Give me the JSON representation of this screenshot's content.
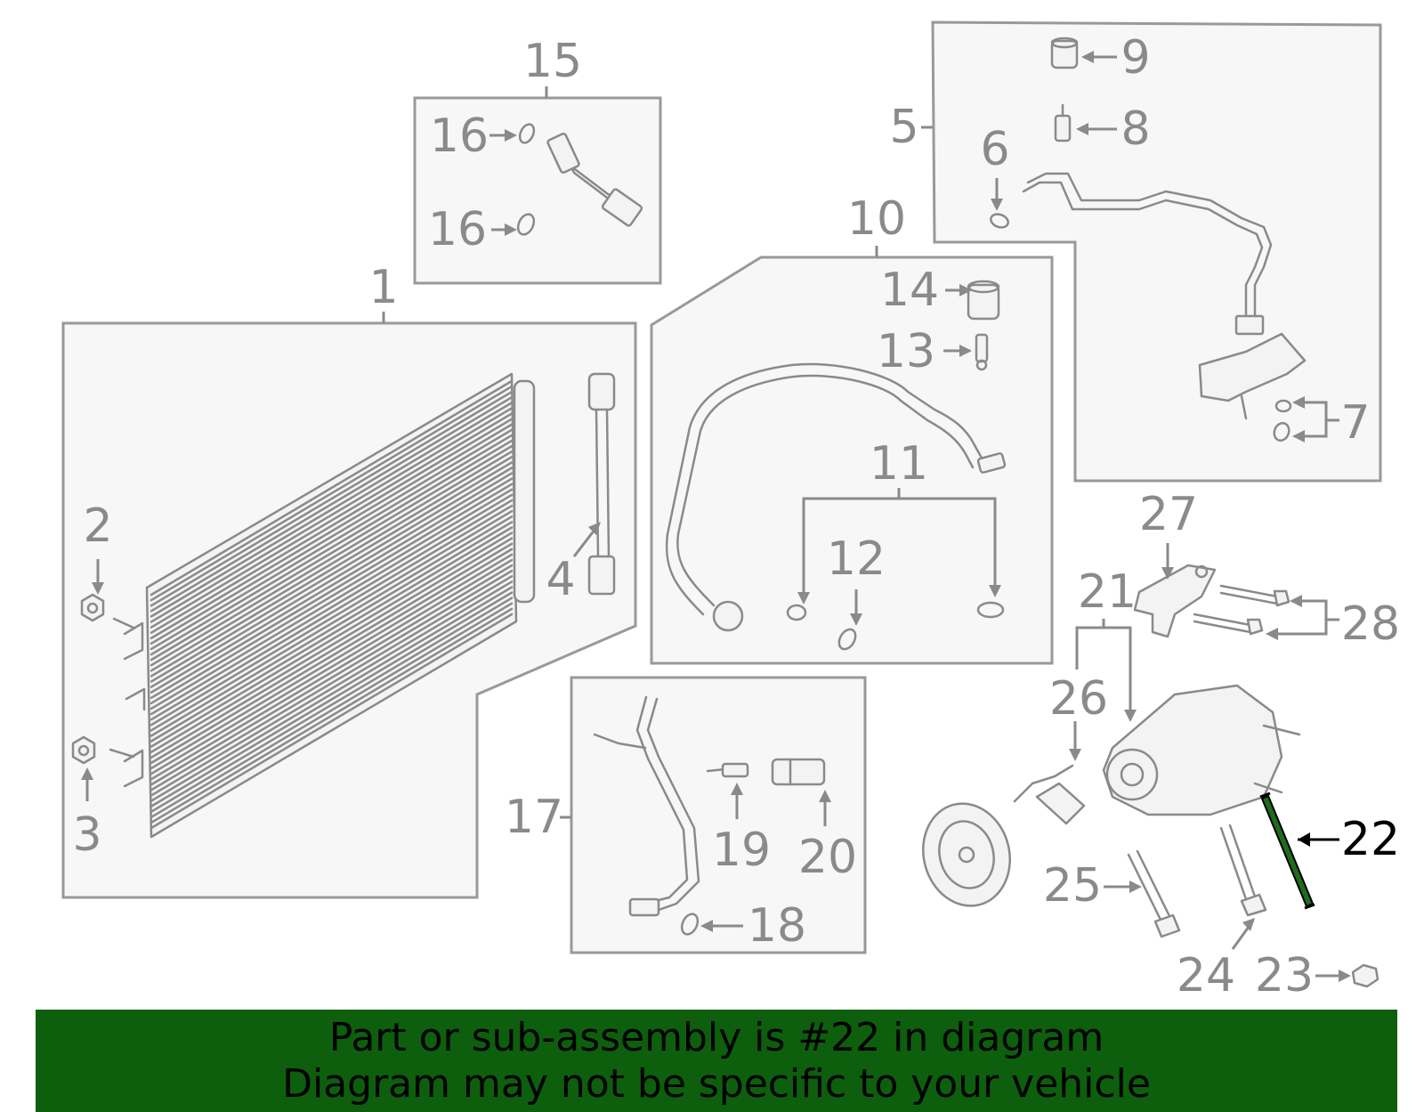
{
  "callouts": {
    "c1": "1",
    "c2": "2",
    "c3": "3",
    "c4": "4",
    "c5": "5",
    "c6": "6",
    "c7": "7",
    "c8": "8",
    "c9": "9",
    "c10": "10",
    "c11": "11",
    "c12": "12",
    "c13": "13",
    "c14": "14",
    "c15": "15",
    "c16a": "16",
    "c16b": "16",
    "c17": "17",
    "c18": "18",
    "c19": "19",
    "c20": "20",
    "c21": "21",
    "c22": "22",
    "c23": "23",
    "c24": "24",
    "c25": "25",
    "c26": "26",
    "c27": "27",
    "c28": "28"
  },
  "highlight": {
    "part_number": "22",
    "color": "#1f6b1f"
  },
  "banner": {
    "line1": "Part or sub-assembly is #22 in diagram",
    "line2": "Diagram may not be specific to your vehicle",
    "background": "#0d5e0d"
  }
}
